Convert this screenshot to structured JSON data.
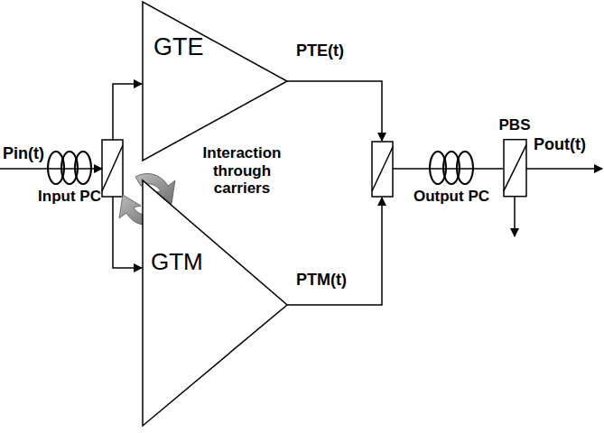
{
  "diagram": {
    "nodes": [
      {
        "text": [
          "GTE"
        ]
      },
      {
        "text": [
          "GTM"
        ]
      },
      {
        "text": [
          "PBS"
        ]
      }
    ],
    "labels": [
      "Pin(t)",
      "Input PC",
      "PTE(t)",
      "Interaction through carriers",
      "Output PC",
      "Pout(t)",
      "PTM(t)"
    ]
  }
}
